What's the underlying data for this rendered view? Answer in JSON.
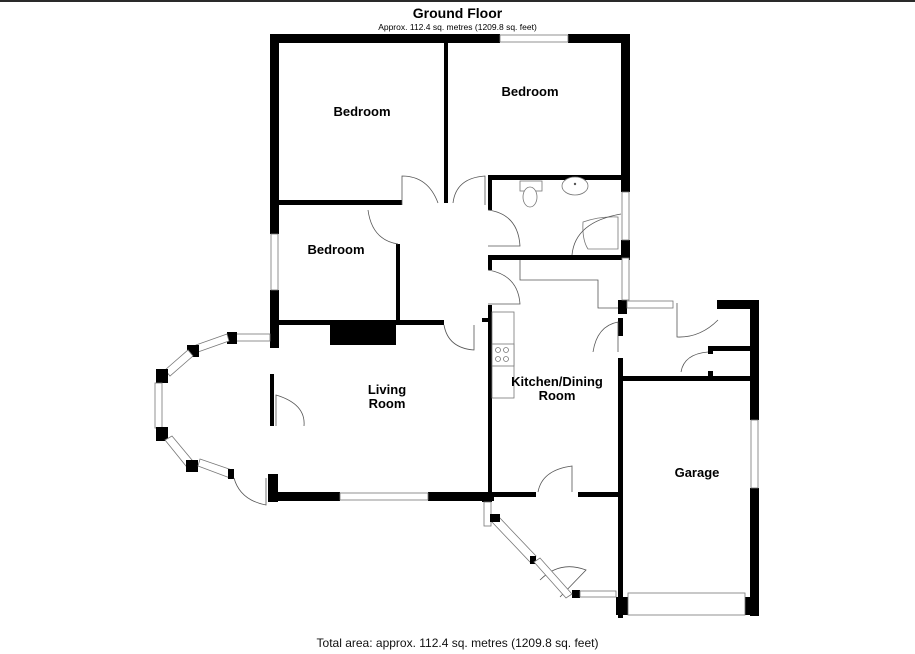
{
  "header": {
    "title": "Ground Floor",
    "subtitle": "Approx. 112.4 sq. metres (1209.8 sq. feet)"
  },
  "footer": {
    "total_area": "Total area: approx. 112.4 sq. metres (1209.8 sq. feet)"
  },
  "rooms": {
    "bedroom_1": {
      "line1": "Bedroom"
    },
    "bedroom_2": {
      "line1": "Bedroom"
    },
    "bedroom_3": {
      "line1": "Bedroom"
    },
    "living_room": {
      "line1": "Living",
      "line2": "Room"
    },
    "kitchen_dining": {
      "line1": "Kitchen/Dining",
      "line2": "Room"
    },
    "garage": {
      "line1": "Garage"
    }
  },
  "colors": {
    "wall": "#000000",
    "window_frame": "#777777",
    "background": "#ffffff"
  }
}
